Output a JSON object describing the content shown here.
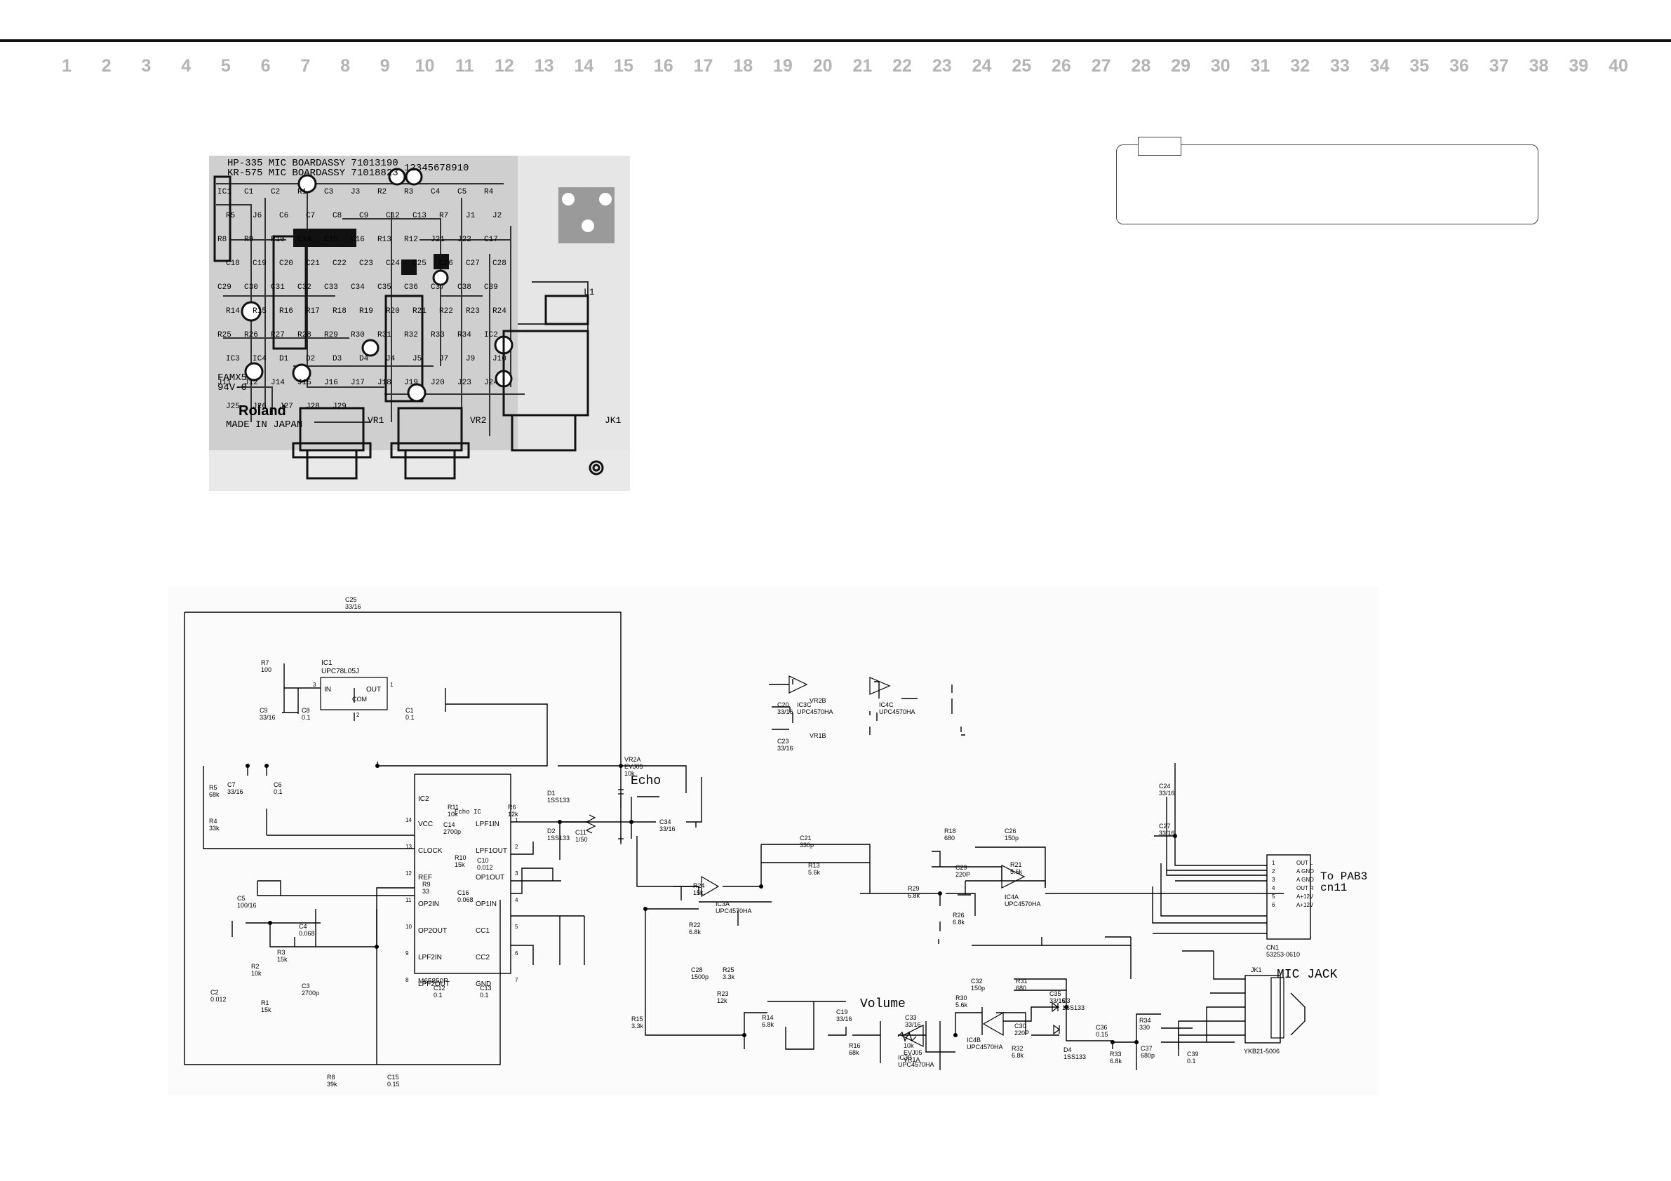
{
  "column_numbers": [
    "1",
    "2",
    "3",
    "4",
    "5",
    "6",
    "7",
    "8",
    "9",
    "10",
    "11",
    "12",
    "13",
    "14",
    "15",
    "16",
    "17",
    "18",
    "19",
    "20",
    "21",
    "22",
    "23",
    "24",
    "25",
    "26",
    "27",
    "28",
    "29",
    "30",
    "31",
    "32",
    "33",
    "34",
    "35",
    "36",
    "37",
    "38",
    "39",
    "40"
  ],
  "pcb": {
    "title_line1": "HP-335 MIC BOARDASSY 71013190",
    "title_line2": "KR-575 MIC BOARDASSY 71018823",
    "numbers": "12345678910",
    "brand": "Roland",
    "made_in": "MADE IN JAPAN",
    "marking1": "FAMX5",
    "marking2": "94V-0",
    "vr1": "VR1",
    "vr2": "VR2",
    "jk1": "JK1",
    "l1": "L1",
    "parts": [
      "IC1",
      "C1",
      "C2",
      "R1",
      "C3",
      "J3",
      "R2",
      "R3",
      "C4",
      "C5",
      "R4",
      "R5",
      "J6",
      "C6",
      "C7",
      "C8",
      "C9",
      "C12",
      "C13",
      "R7",
      "J1",
      "J2",
      "R8",
      "R9",
      "R10",
      "C14",
      "C15",
      "C16",
      "R13",
      "R12",
      "J21",
      "J22",
      "C17",
      "C18",
      "C19",
      "C20",
      "C21",
      "C22",
      "C23",
      "C24",
      "C25",
      "C26",
      "C27",
      "C28",
      "C29",
      "C30",
      "C31",
      "C32",
      "C33",
      "C34",
      "C35",
      "C36",
      "C37",
      "C38",
      "C39",
      "R14",
      "R15",
      "R16",
      "R17",
      "R18",
      "R19",
      "R20",
      "R21",
      "R22",
      "R23",
      "R24",
      "R25",
      "R26",
      "R27",
      "R28",
      "R29",
      "R30",
      "R31",
      "R32",
      "R33",
      "R34",
      "IC2",
      "IC3",
      "IC4",
      "D1",
      "D2",
      "D3",
      "D4",
      "J4",
      "J5",
      "J7",
      "J9",
      "J10",
      "J11",
      "J12",
      "J14",
      "J15",
      "J16",
      "J17",
      "J18",
      "J19",
      "J20",
      "J23",
      "J24",
      "J25",
      "J26",
      "J27",
      "J28",
      "J29"
    ]
  },
  "schematic": {
    "echo_label": "Echo",
    "volume_label": "Volume",
    "mic_jack_label": "MIC JACK",
    "to_pab_line1": "To PAB3",
    "to_pab_line2": "cn11",
    "ic1": {
      "name": "IC1",
      "part": "UPC78L05J",
      "pin_in": "IN",
      "pin_out": "OUT",
      "pin_com": "COM",
      "n1": "1",
      "n2": "2",
      "n3": "3"
    },
    "ic2": {
      "name": "IC2",
      "part": "M65850P",
      "subtitle": "Echo IC",
      "left_pins": [
        {
          "n": "14",
          "label": "VCC"
        },
        {
          "n": "13",
          "label": "CLOCK"
        },
        {
          "n": "12",
          "label": "REF"
        },
        {
          "n": "11",
          "label": "OP2IN"
        },
        {
          "n": "10",
          "label": "OP2OUT"
        },
        {
          "n": "9",
          "label": "LPF2IN"
        },
        {
          "n": "8",
          "label": "LPF2OUT"
        }
      ],
      "right_pins": [
        {
          "n": "1",
          "label": "LPF1IN"
        },
        {
          "n": "2",
          "label": "LPF1OUT"
        },
        {
          "n": "3",
          "label": "OP1OUT"
        },
        {
          "n": "4",
          "label": "OP1IN"
        },
        {
          "n": "5",
          "label": "CC1"
        },
        {
          "n": "6",
          "label": "CC2"
        },
        {
          "n": "7",
          "label": "GND"
        }
      ]
    },
    "opamp_part": "UPC4570HA",
    "ic3a": "IC3A",
    "ic3b": "IC3B",
    "ic3c": "IC3C",
    "ic4a": "IC4A",
    "ic4b": "IC4B",
    "ic4c": "IC4C",
    "vr2a": {
      "name": "VR2A",
      "part": "EVJ05",
      "value": "10k"
    },
    "vr1a": {
      "name": "VR1A",
      "part": "EVJ05",
      "value": "10k"
    },
    "vr2b": "VR2B",
    "vr1b": "VR1B",
    "cn1": {
      "name": "CN1",
      "part": "53253-0610",
      "pins": [
        "OUT L",
        "A GND",
        "A GND",
        "OUT R",
        "A+12V",
        "A+12V"
      ]
    },
    "jk1": {
      "name": "JK1",
      "part": "YKB21-5006"
    },
    "components": {
      "C25": "33/16",
      "R7": "100",
      "C9": "33/16",
      "C8": "0.1",
      "C1": "0.1",
      "R5": "68k",
      "C7": "33/16",
      "C6": "0.1",
      "R4": "33k",
      "C5": "100/16",
      "C4": "0.068",
      "R3": "15k",
      "R2": "10k",
      "C3": "2700p",
      "C2": "0.012",
      "R1": "15k",
      "R8": "39k",
      "C15": "0.15",
      "R11": "10k",
      "C14": "2700p",
      "R10": "15k",
      "C10": "0.012",
      "R9": "33",
      "C16": "0.068",
      "C12": "0.1",
      "C13": "0.1",
      "R6": "12k",
      "D1": "1SS133",
      "D2": "1SS133",
      "C11": "1/50",
      "C34": "33/16",
      "C21": "330p",
      "R13": "5.6k",
      "R24": "15k",
      "R22": "6.8k",
      "R29": "6.8k",
      "R18": "680",
      "C26": "150p",
      "C29": "220P",
      "R21": "5.6k",
      "R26": "6.8k",
      "C24": "33/16",
      "C27": "33/16",
      "C20": "33/16",
      "C23": "33/16",
      "C28": "1500p",
      "R25": "3.3k",
      "R23": "12k",
      "R15": "3.3k",
      "R14": "6.8k",
      "C19": "33/16",
      "R16": "68k",
      "C33": "33/16",
      "C32": "150p",
      "R31": "680",
      "R30": "5.6k",
      "C35": "33/16",
      "C30": "220P",
      "R32": "6.8k",
      "D3": "1SS133",
      "D4": "1SS133",
      "C36": "0.15",
      "R34": "330",
      "R33": "6.8k",
      "C37": "680p",
      "C39": "0.1"
    }
  }
}
